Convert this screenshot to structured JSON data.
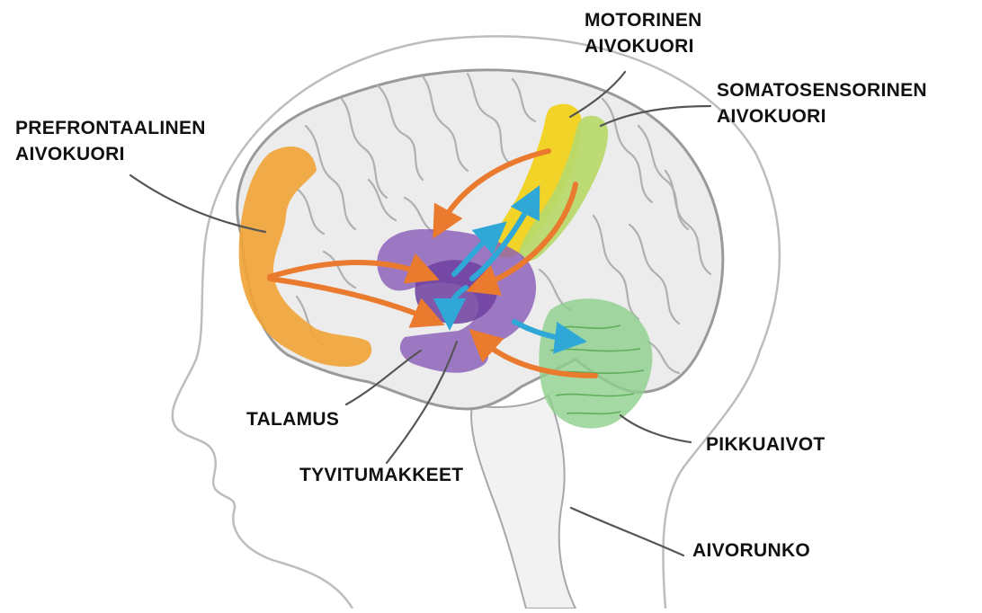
{
  "labels": {
    "motor": {
      "line1": "MOTORINEN",
      "line2": "AIVOKUORI"
    },
    "somatosensory": {
      "line1": "SOMATOSENSORINEN",
      "line2": "AIVOKUORI"
    },
    "prefrontal": {
      "line1": "PREFRONTAALINEN",
      "line2": "AIVOKUORI"
    },
    "thalamus": "TALAMUS",
    "basal_ganglia": "TYVITUMAKKEET",
    "cerebellum": "PIKKUAIVOT",
    "brainstem": "AIVORUNKO"
  },
  "colors": {
    "prefrontal": "#f0a43a",
    "motor": "#f2d21c",
    "somatosensory": "#b9d96a",
    "thalamus_basal": "#8a5bb8",
    "cerebellum": "#8fd08c",
    "orange_arrow": "#e97a2e",
    "blue_arrow": "#2fa8d8",
    "outline": "#9a9a9a"
  }
}
